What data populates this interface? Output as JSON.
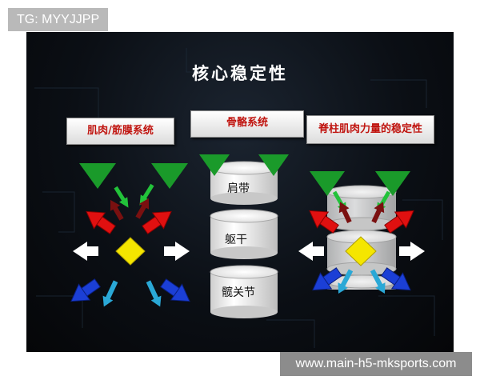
{
  "watermark_tag": "TG: MYYJJPP",
  "slide": {
    "title": "核心稳定性",
    "labels": {
      "muscle": "肌肉/筋膜系统",
      "skeleton": "骨骼系统",
      "spine": "脊柱肌肉力量的稳定性"
    },
    "segments": [
      "肩带",
      "躯干",
      "髋关节"
    ]
  },
  "footer_url": "www.main-h5-mksports.com",
  "colors": {
    "slide_bg": "#0b0f15",
    "label_text": "#c0140f",
    "triangle": "#1a9a2a",
    "diamond": "#f5e600",
    "red_arrow": "#e01010",
    "blue_arrow": "#1b3fd6",
    "cyan_arrow": "#2aa8d6",
    "green_arrow": "#22c23a",
    "maroon_arrow": "#7a1010",
    "white_arrow": "#ffffff"
  }
}
